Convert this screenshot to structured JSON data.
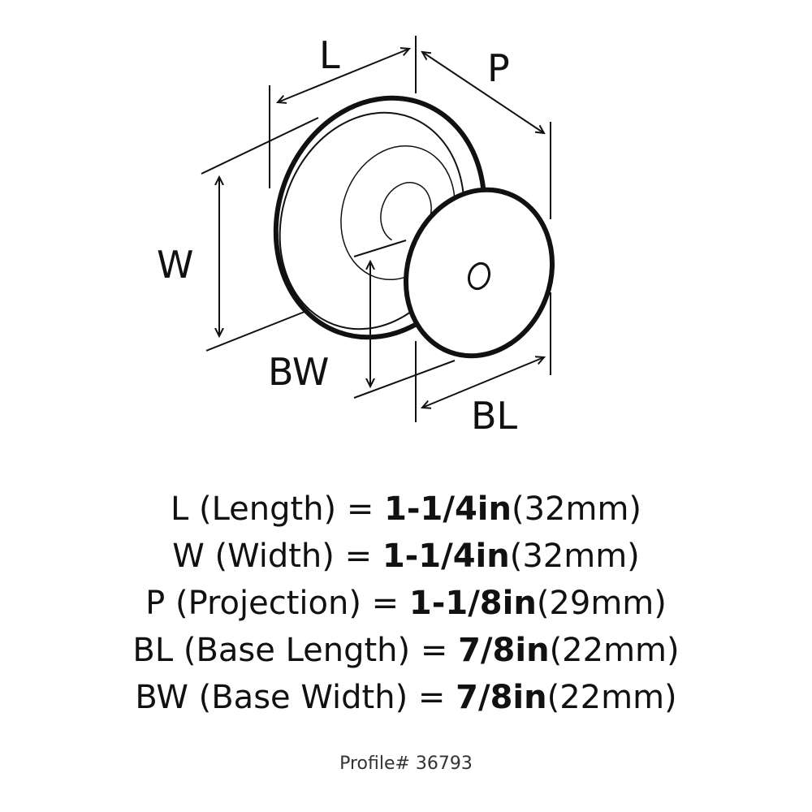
{
  "diagram": {
    "labels": {
      "L": "L",
      "P": "P",
      "W": "W",
      "BW": "BW",
      "BL": "BL"
    }
  },
  "specs": [
    {
      "symbol": "L",
      "description": " (Length) = ",
      "imperial": "1-1/4in",
      "metric": "(32mm)"
    },
    {
      "symbol": "W",
      "description": " (Width) = ",
      "imperial": "1-1/4in",
      "metric": "(32mm)"
    },
    {
      "symbol": "P",
      "description": " (Projection) = ",
      "imperial": "1-1/8in",
      "metric": "(29mm)"
    },
    {
      "symbol": "BL",
      "description": " (Base Length) = ",
      "imperial": "7/8in",
      "metric": "(22mm)"
    },
    {
      "symbol": "BW",
      "description": " (Base Width) = ",
      "imperial": "7/8in",
      "metric": "(22mm)"
    }
  ],
  "profile": "Profile# 36793"
}
